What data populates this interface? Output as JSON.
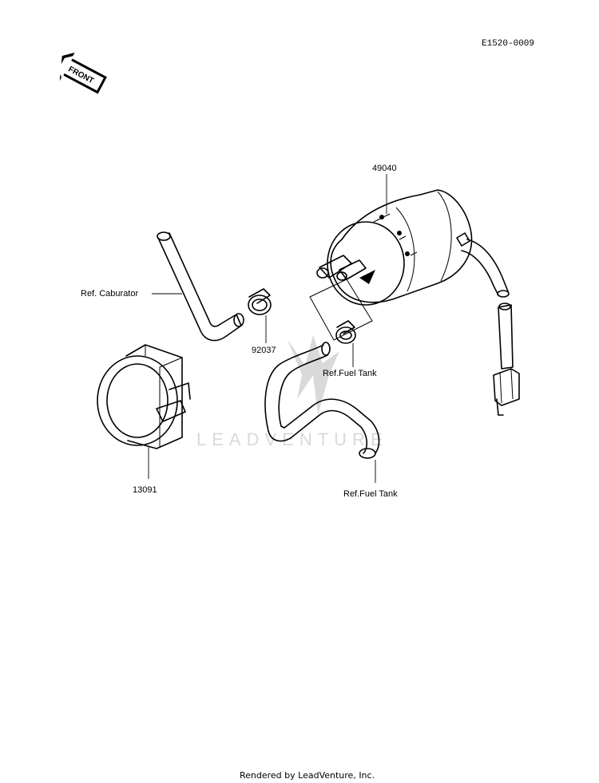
{
  "diagram_code": "E1520-0009",
  "front_arrow_text": "FRONT",
  "watermark_text": "LEADVENTURE",
  "footer_text": "Rendered by LeadVenture, Inc.",
  "callouts": {
    "fuel_pump": "49040",
    "clamp_small": "92037",
    "clamp_bracket": "13091",
    "ref_carburetor": "Ref. Caburator",
    "ref_fuel_tank_upper": "Ref.Fuel Tank",
    "ref_fuel_tank_lower": "Ref.Fuel Tank"
  }
}
